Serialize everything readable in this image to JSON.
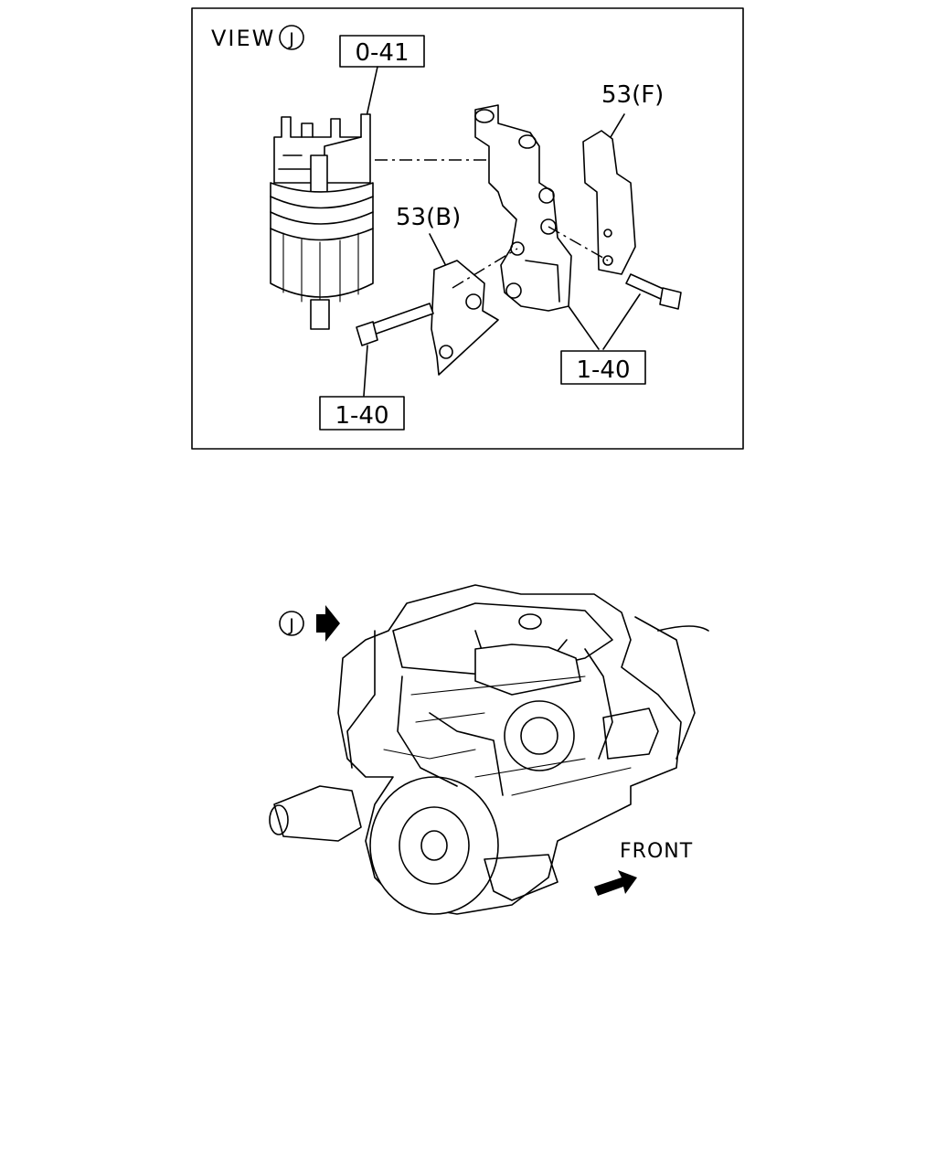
{
  "view_panel": {
    "view_label": "VIEW",
    "view_letter": "J",
    "callouts": {
      "filter_ref": "0-41",
      "bracket_front": "53(F)",
      "bracket_back": "53(B)",
      "bolt_ref_right": "1-40",
      "bolt_ref_left": "1-40"
    }
  },
  "engine_view": {
    "view_marker_letter": "J",
    "front_label": "FRONT"
  },
  "icons": [
    "view-arrow-icon",
    "front-arrow-icon"
  ]
}
